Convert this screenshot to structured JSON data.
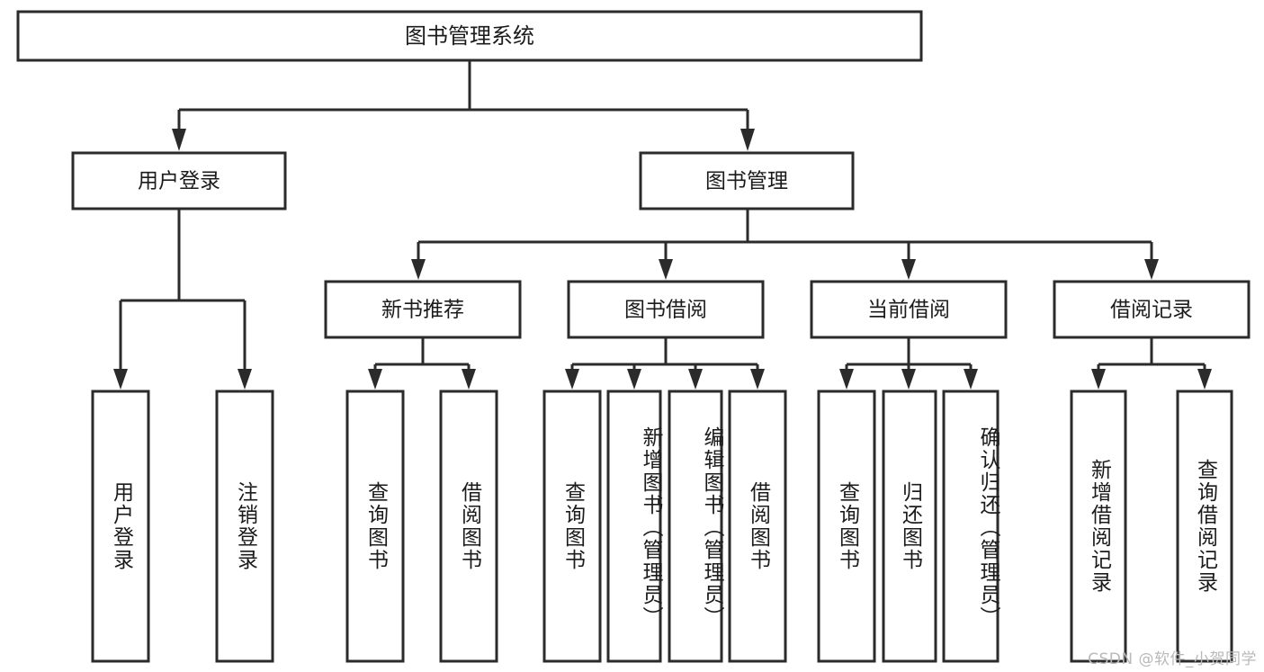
{
  "diagram": {
    "title": "图书管理系统",
    "type": "hierarchy-tree",
    "orientation": "top-down",
    "levels": 4,
    "watermark": "CSDN @软件_小贺同学",
    "colors": {
      "stroke": "#2b2b2b",
      "box_fill": "#ffffff",
      "text": "#1b1b1b",
      "background": "#ffffff",
      "watermark": "#b9b9b9"
    }
  },
  "root": {
    "id": "root",
    "label": "图书管理系统"
  },
  "level2": [
    {
      "id": "user-login",
      "label": "用户登录"
    },
    {
      "id": "book-manage",
      "label": "图书管理"
    }
  ],
  "level3": [
    {
      "id": "new-book-recommend",
      "label": "新书推荐",
      "parent": "book-manage"
    },
    {
      "id": "book-borrow",
      "label": "图书借阅",
      "parent": "book-manage"
    },
    {
      "id": "current-borrow",
      "label": "当前借阅",
      "parent": "book-manage"
    },
    {
      "id": "borrow-record",
      "label": "借阅记录",
      "parent": "book-manage"
    }
  ],
  "leaves": {
    "user_login": [
      {
        "id": "leaf-user-login",
        "label": "用户登录"
      },
      {
        "id": "leaf-user-logout",
        "label": "注销登录"
      }
    ],
    "new_book_recommend": [
      {
        "id": "leaf-query-book-1",
        "label": "查询图书"
      },
      {
        "id": "leaf-borrow-book-1",
        "label": "借阅图书"
      }
    ],
    "book_borrow": [
      {
        "id": "leaf-query-book-2",
        "label": "查询图书"
      },
      {
        "id": "leaf-add-book",
        "label": "新增图书（管理员）"
      },
      {
        "id": "leaf-edit-book",
        "label": "编辑图书（管理员）"
      },
      {
        "id": "leaf-borrow-book-2",
        "label": "借阅图书"
      }
    ],
    "current_borrow": [
      {
        "id": "leaf-query-book-3",
        "label": "查询图书"
      },
      {
        "id": "leaf-return-book",
        "label": "归还图书"
      },
      {
        "id": "leaf-confirm-return",
        "label": "确认归还（管理员）"
      }
    ],
    "borrow_record": [
      {
        "id": "leaf-add-record",
        "label": "新增借阅记录"
      },
      {
        "id": "leaf-query-record",
        "label": "查询借阅记录"
      }
    ]
  }
}
